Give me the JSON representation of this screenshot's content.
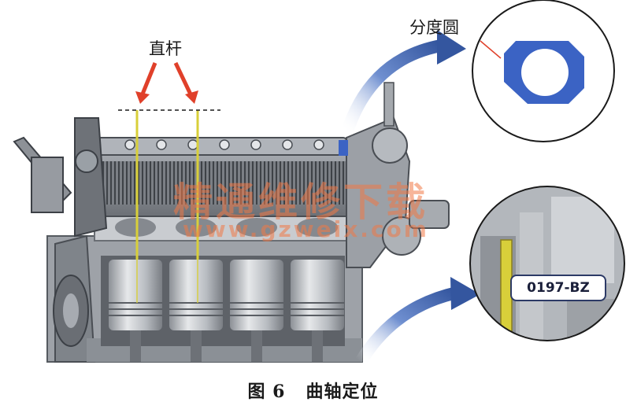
{
  "labels": {
    "straight_rod": "直杆",
    "dial": "分度圆",
    "tool": "0197-BZ"
  },
  "caption": {
    "figure_number": "图 6",
    "title": "曲轴定位"
  },
  "watermark": {
    "site_name": "精通维修下载",
    "url": "www.gzweix.com"
  },
  "colors": {
    "arrow_red": "#e0402a",
    "arrow_blue": "#3f5fae",
    "rod_yellow": "#d8cf3a",
    "ring_blue": "#3b63c4",
    "engine_gray": "#8a8f96",
    "watermark": "#f07846"
  }
}
